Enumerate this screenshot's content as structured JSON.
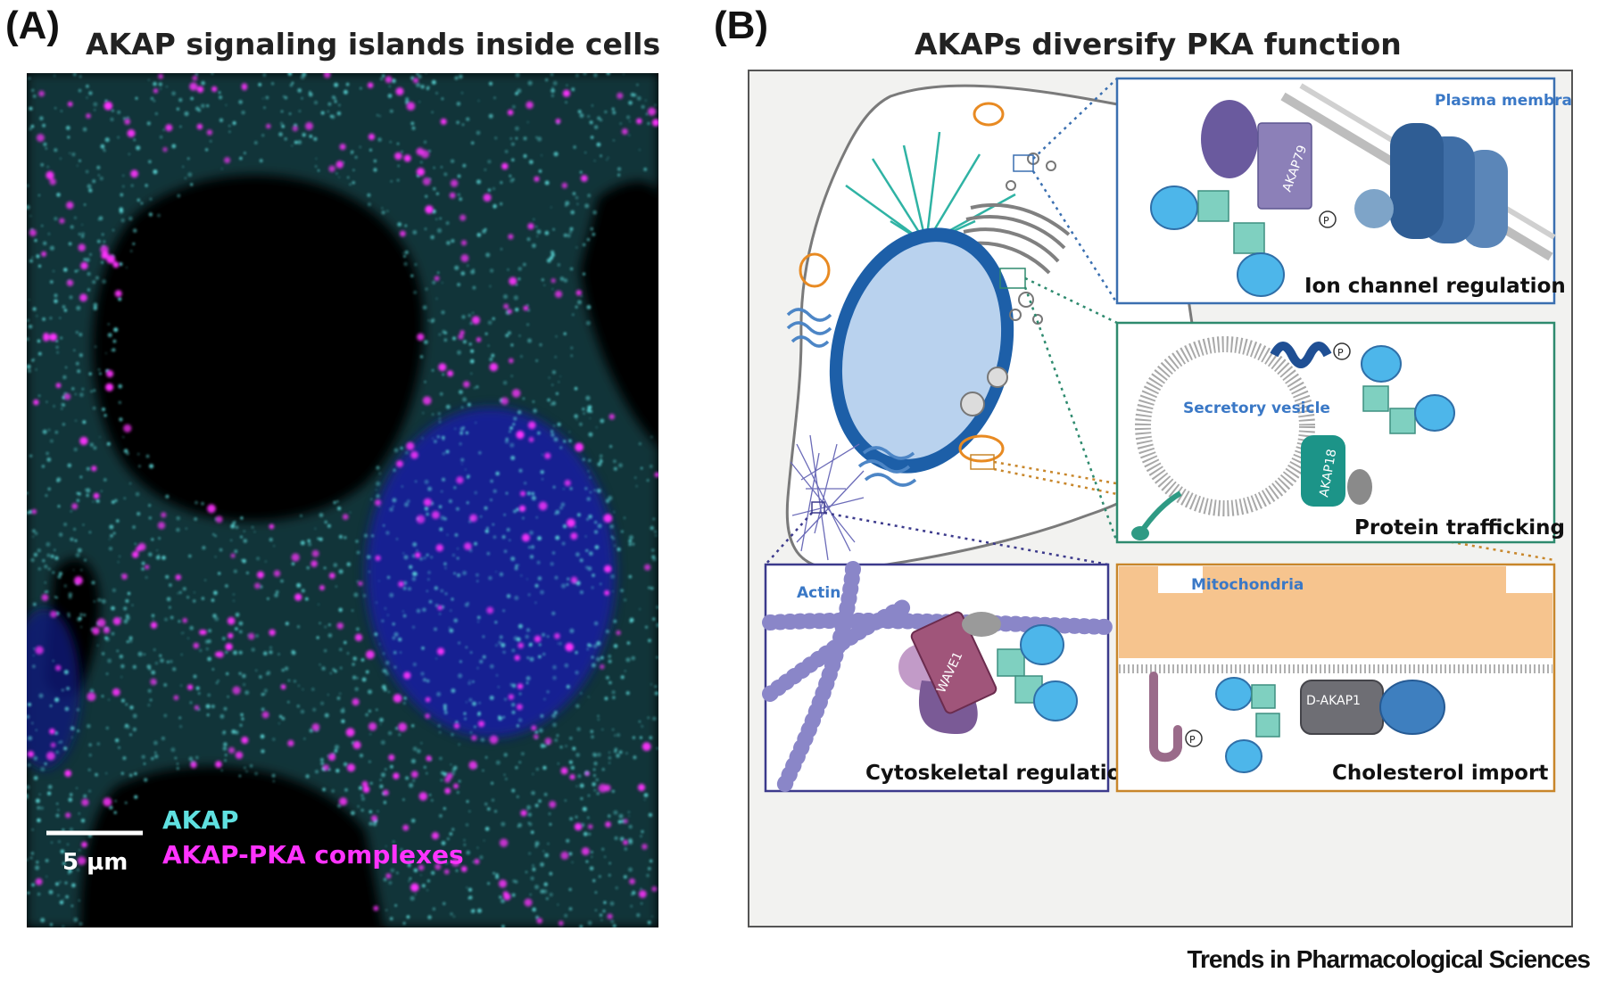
{
  "panel_a": {
    "letter": "(A)",
    "title": "AKAP signaling islands inside cells",
    "legend": {
      "akap": "AKAP",
      "complexes": "AKAP-PKA complexes"
    },
    "scale_bar": "5 µm",
    "colors": {
      "akap": "#5fe0e0",
      "complexes": "#ff33ff",
      "nucleus": "#1a1f9c",
      "background": "#000000"
    }
  },
  "panel_b": {
    "letter": "(B)",
    "title": "AKAPs diversify PKA function",
    "insets": {
      "ion_channel": {
        "caption": "Ion channel regulation",
        "location": "Plasma membrane",
        "akap": "AKAP79",
        "phospho": "P",
        "border": "#3a6fb0"
      },
      "trafficking": {
        "caption": "Protein trafficking",
        "location": "Secretory vesicle",
        "akap": "AKAP18",
        "phospho": "P",
        "border": "#2e8a6e"
      },
      "cytoskeletal": {
        "caption": "Cytoskeletal regulation",
        "location": "Actin",
        "akap": "WAVE1",
        "border": "#3c3a8c"
      },
      "cholesterol": {
        "caption": "Cholesterol import",
        "location": "Mitochondria",
        "akap": "D-AKAP1",
        "phospho": "P",
        "border": "#c8862a"
      }
    }
  },
  "journal": "Trends in Pharmacological Sciences"
}
